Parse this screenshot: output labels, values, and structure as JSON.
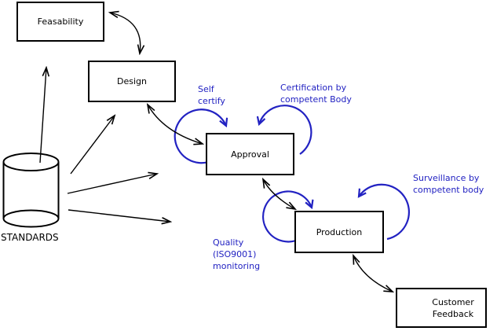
{
  "diagram": {
    "background_color": "#ffffff",
    "line_color": "#000000",
    "annotation_color": "#2222c2"
  },
  "nodes": {
    "feasability": {
      "label": "Feasability"
    },
    "design": {
      "label": "Design"
    },
    "approval": {
      "label": "Approval"
    },
    "production": {
      "label": "Production"
    },
    "customer_feedback": {
      "label": "Customer\nFeedback"
    },
    "standards": {
      "label": "STANDARDS"
    }
  },
  "annotations": {
    "self_certify": {
      "label": "Self\ncertify"
    },
    "certification": {
      "label": "Certification by\ncompetent Body"
    },
    "surveillance": {
      "label": "Surveillance by\ncompetent body"
    },
    "quality_monitoring": {
      "label": "Quality\n(ISO9001)\nmonitoring"
    }
  },
  "edges": [
    {
      "from": "feasability",
      "to": "design",
      "type": "double-arrow-curve"
    },
    {
      "from": "design",
      "to": "approval",
      "type": "double-arrow-curve"
    },
    {
      "from": "approval",
      "to": "production",
      "type": "double-arrow-curve"
    },
    {
      "from": "production",
      "to": "customer_feedback",
      "type": "double-arrow-curve"
    },
    {
      "from": "standards",
      "to": "feasability",
      "type": "arrow"
    },
    {
      "from": "standards",
      "to": "design",
      "type": "arrow"
    },
    {
      "from": "standards",
      "to": "approval",
      "type": "arrow"
    },
    {
      "from": "standards",
      "to": "production",
      "type": "arrow"
    },
    {
      "on": "approval",
      "type": "self-loop",
      "annotation": "self_certify"
    },
    {
      "on": "approval",
      "type": "self-loop",
      "annotation": "certification"
    },
    {
      "on": "production",
      "type": "self-loop",
      "annotation": "quality_monitoring"
    },
    {
      "on": "production",
      "type": "self-loop",
      "annotation": "surveillance"
    }
  ]
}
